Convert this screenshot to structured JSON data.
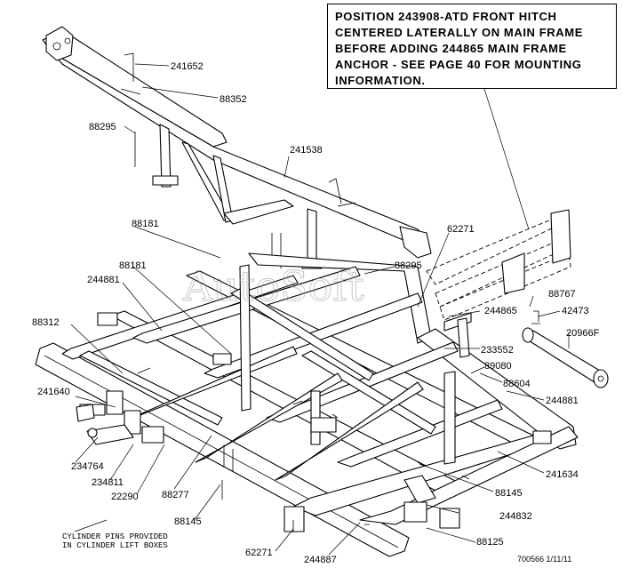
{
  "note": "POSITION 243908-ATD FRONT HITCH CENTERED LATERALLY ON MAIN FRAME BEFORE ADDING 244865 MAIN FRAME ANCHOR - SEE PAGE 40 FOR MOUNTING INFORMATION.",
  "watermark": "AutoSoft",
  "labels": {
    "p241652": "241652",
    "p88352": "88352",
    "p88295a": "88295",
    "p241538": "241538",
    "p88181a": "88181",
    "p62271a": "62271",
    "p88295b": "88295",
    "p88181b": "88181",
    "p244881a": "244881",
    "p88767": "88767",
    "p42473": "42473",
    "p244865": "244865",
    "p88312": "88312",
    "p20966F": "20966F",
    "p233552": "233552",
    "p89080": "89080",
    "p241640": "241640",
    "p88604": "88604",
    "p244881b": "244881",
    "p234764": "234764",
    "p241634": "241634",
    "p234811": "234811",
    "p22290": "22290",
    "p88277": "88277",
    "p88145a": "88145",
    "p244832": "244832",
    "p88145b": "88145",
    "p88125": "88125",
    "p62271b": "62271",
    "p244887": "244887"
  },
  "footnote_line1": "CYLINDER PINS PROVIDED",
  "footnote_line2": "IN CYLINDER LIFT BOXES",
  "drawing_id": "700566  1/11/11"
}
